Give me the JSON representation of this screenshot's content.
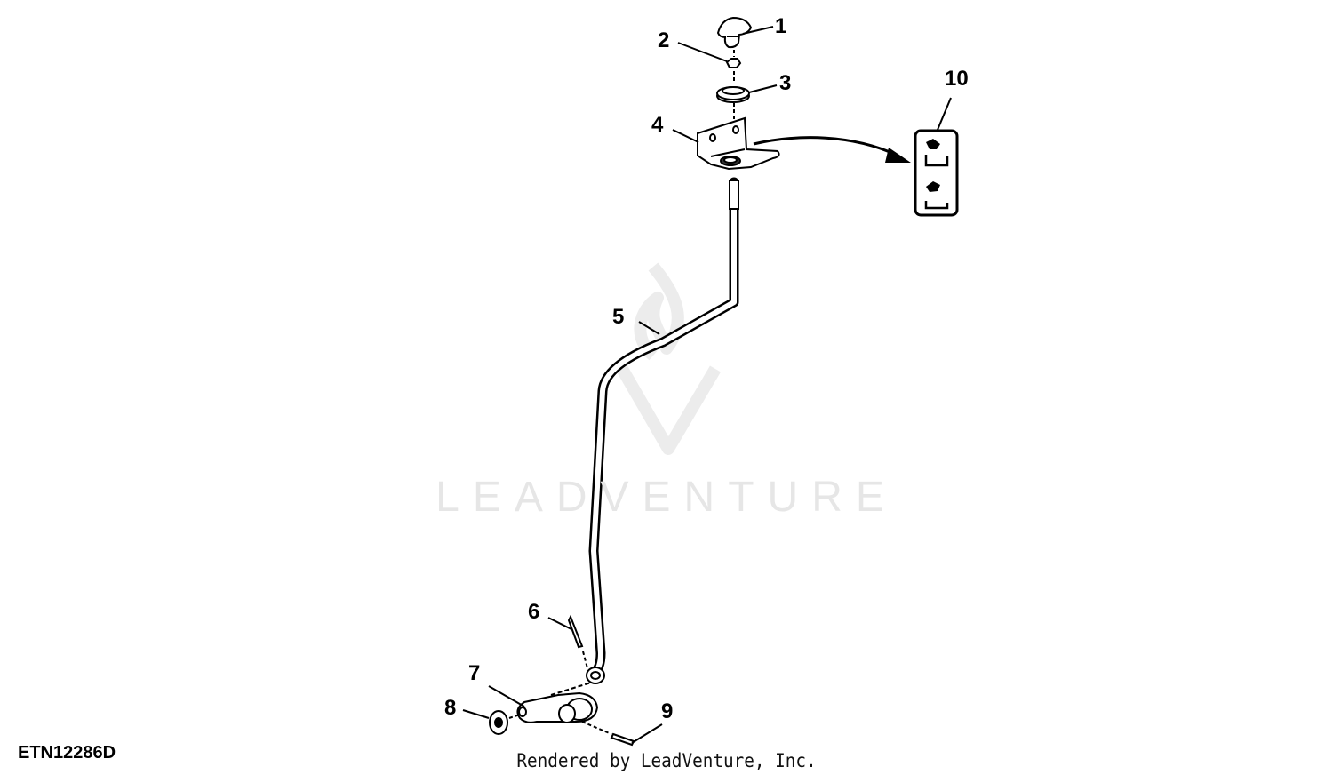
{
  "diagram": {
    "figure_id": "ETN12286D",
    "credit": "Rendered by LeadVenture, Inc.",
    "watermark": "LEADVENTURE",
    "callouts": [
      {
        "id": "1",
        "label": "1"
      },
      {
        "id": "2",
        "label": "2"
      },
      {
        "id": "3",
        "label": "3"
      },
      {
        "id": "4",
        "label": "4"
      },
      {
        "id": "5",
        "label": "5"
      },
      {
        "id": "6",
        "label": "6"
      },
      {
        "id": "7",
        "label": "7"
      },
      {
        "id": "8",
        "label": "8"
      },
      {
        "id": "9",
        "label": "9"
      },
      {
        "id": "10",
        "label": "10"
      }
    ]
  },
  "colors": {
    "line": "#000000",
    "watermark": "#e6e6e6",
    "background": "#ffffff"
  }
}
